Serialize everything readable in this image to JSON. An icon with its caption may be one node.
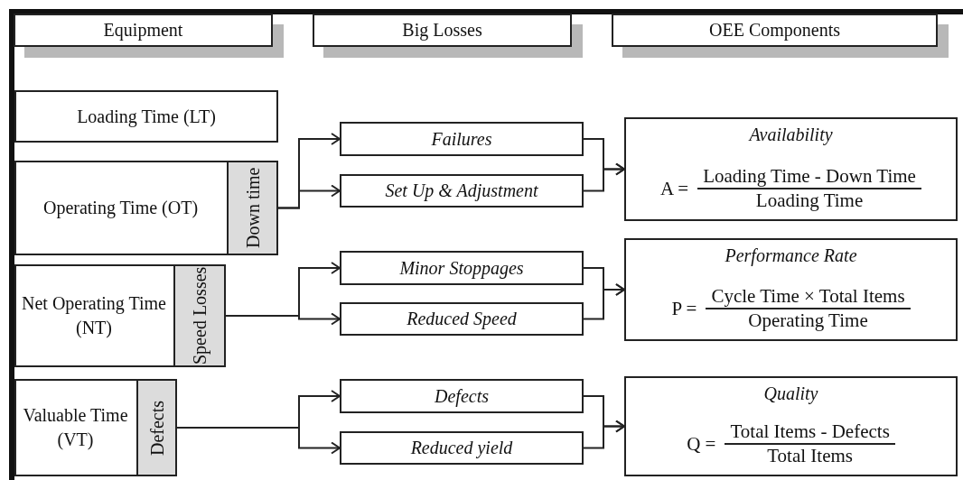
{
  "diagram": {
    "nodes": [
      {
        "text": [
          "Equipment"
        ]
      },
      {
        "text": [
          "Big Losses"
        ]
      },
      {
        "text": [
          "OEE Components"
        ]
      },
      {
        "text": [
          "Loading Time (LT)"
        ]
      },
      {
        "text": [
          "Operating Time (OT)"
        ]
      },
      {
        "text": [
          "Down time"
        ],
        "in": 4
      },
      {
        "text": [
          "Net Operating Time (NT)"
        ]
      },
      {
        "text": [
          "Speed Losses"
        ],
        "in": 6
      },
      {
        "text": [
          "Valuable Time (VT)"
        ]
      },
      {
        "text": [
          "Defects"
        ],
        "in": 8
      },
      {
        "text": [
          "Failures"
        ]
      },
      {
        "text": [
          "Set Up & Adjustment"
        ]
      },
      {
        "text": [
          "Minor Stoppages"
        ]
      },
      {
        "text": [
          "Reduced Speed"
        ]
      },
      {
        "text": [
          "Defects"
        ]
      },
      {
        "text": [
          "Reduced yield"
        ]
      },
      {
        "text": [
          "Availability",
          "A =",
          "Loading Time - Down Time",
          "Loading Time"
        ]
      },
      {
        "text": [
          "Performance Rate",
          "P =",
          "Cycle Time × Total Items",
          "Operating Time"
        ]
      },
      {
        "text": [
          "Quality",
          "Q =",
          "Total Items - Defects",
          "Total Items"
        ]
      }
    ],
    "edges": [
      {
        "from": 5,
        "to": 10,
        "arrow": "to"
      },
      {
        "from": 5,
        "to": 11,
        "arrow": "to"
      },
      {
        "from": 7,
        "to": 12,
        "arrow": "to"
      },
      {
        "from": 7,
        "to": 13,
        "arrow": "to"
      },
      {
        "from": 9,
        "to": 14,
        "arrow": "to"
      },
      {
        "from": 9,
        "to": 15,
        "arrow": "to"
      },
      {
        "from": 10,
        "to": 16,
        "arrow": "to"
      },
      {
        "from": 11,
        "to": 16,
        "arrow": "to"
      },
      {
        "from": 12,
        "to": 17,
        "arrow": "to"
      },
      {
        "from": 13,
        "to": 17,
        "arrow": "to"
      },
      {
        "from": 14,
        "to": 18,
        "arrow": "to"
      },
      {
        "from": 15,
        "to": 18,
        "arrow": "to"
      }
    ]
  }
}
